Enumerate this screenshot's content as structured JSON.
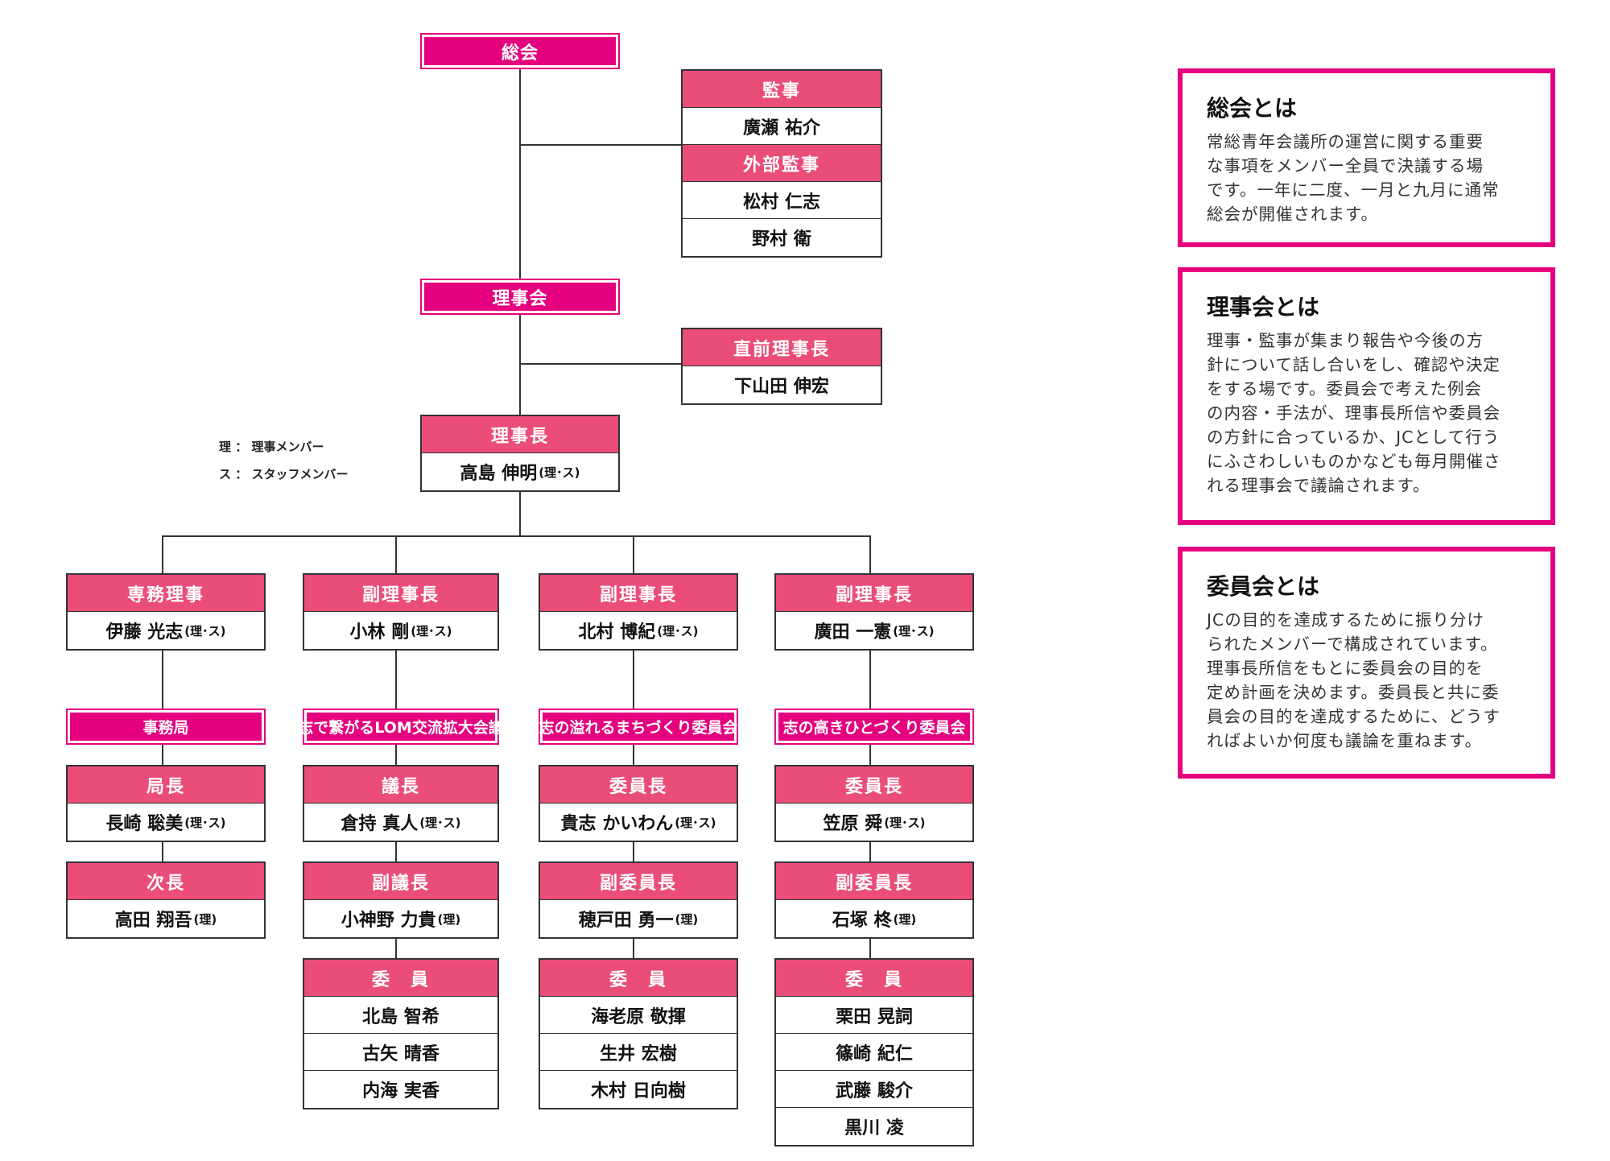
{
  "tag_ri_su": "(理･ス)",
  "tag_ri": "(理)",
  "general_assembly": "総会",
  "auditors": {
    "title": "監事",
    "members": [
      "廣瀬 祐介"
    ],
    "external_title": "外部監事",
    "external_members": [
      "松村 仁志",
      "野村 衛"
    ]
  },
  "board": "理事会",
  "former_president": {
    "title": "直前理事長",
    "name": "下山田 伸宏"
  },
  "president": {
    "title": "理事長",
    "name": "高島 伸明"
  },
  "legend": [
    "理 ： 理事メンバー",
    "ス ： スタッフメンバー"
  ],
  "branches": [
    {
      "officer_title": "専務理事",
      "officer_name": "伊藤 光志",
      "unit": "事務局",
      "leader_title": "局長",
      "leader_name": "長崎 聡美",
      "deputy_title": "次長",
      "deputy_name": "高田 翔吾",
      "members_title": "",
      "members": []
    },
    {
      "officer_title": "副理事長",
      "officer_name": "小林 剛",
      "unit": "志で繋がるLOM交流拡大会議",
      "leader_title": "議長",
      "leader_name": "倉持 真人",
      "deputy_title": "副議長",
      "deputy_name": "小神野 力貴",
      "members_title": "委　員",
      "members": [
        "北島 智希",
        "古矢 晴香",
        "内海 実香"
      ]
    },
    {
      "officer_title": "副理事長",
      "officer_name": "北村 博紀",
      "unit": "志の溢れるまちづくり委員会",
      "leader_title": "委員長",
      "leader_name": "貴志 かいわん",
      "deputy_title": "副委員長",
      "deputy_name": "穂戸田 勇一",
      "members_title": "委　員",
      "members": [
        "海老原 敬揮",
        "生井 宏樹",
        "木村 日向樹"
      ]
    },
    {
      "officer_title": "副理事長",
      "officer_name": "廣田 一憲",
      "unit": "志の高きひとづくり委員会",
      "leader_title": "委員長",
      "leader_name": "笠原 舜",
      "deputy_title": "副委員長",
      "deputy_name": "石塚 柊",
      "members_title": "委　員",
      "members": [
        "栗田 晃詞",
        "篠崎 紀仁",
        "武藤 駿介",
        "黒川 凌"
      ]
    }
  ],
  "info_boxes": [
    {
      "title": "総会とは",
      "text": "常総青年会議所の運営に関する重要\nな事項をメンバー全員で決議する場\nです。一年に二度、一月と九月に通常\n総会が開催されます。"
    },
    {
      "title": "理事会とは",
      "text": "理事・監事が集まり報告や今後の方\n針について話し合いをし、確認や決定\nをする場です。委員会で考えた例会\nの内容・手法が、理事長所信や委員会\nの方針に合っているか、JCとして行う\nにふさわしいものかなども毎月開催さ\nれる理事会で議論されます。"
    },
    {
      "title": "委員会とは",
      "text": "JCの目的を達成するために振り分け\nられたメンバーで構成されています。\n理事長所信をもとに委員会の目的を\n定め計画を決めます。委員長と共に委\n員会の目的を達成するために、どうす\nればよいか何度も議論を重ねます。"
    }
  ],
  "colors": {
    "magenta": "#e5007f",
    "pink": "#e94d78",
    "line": "#333333"
  }
}
